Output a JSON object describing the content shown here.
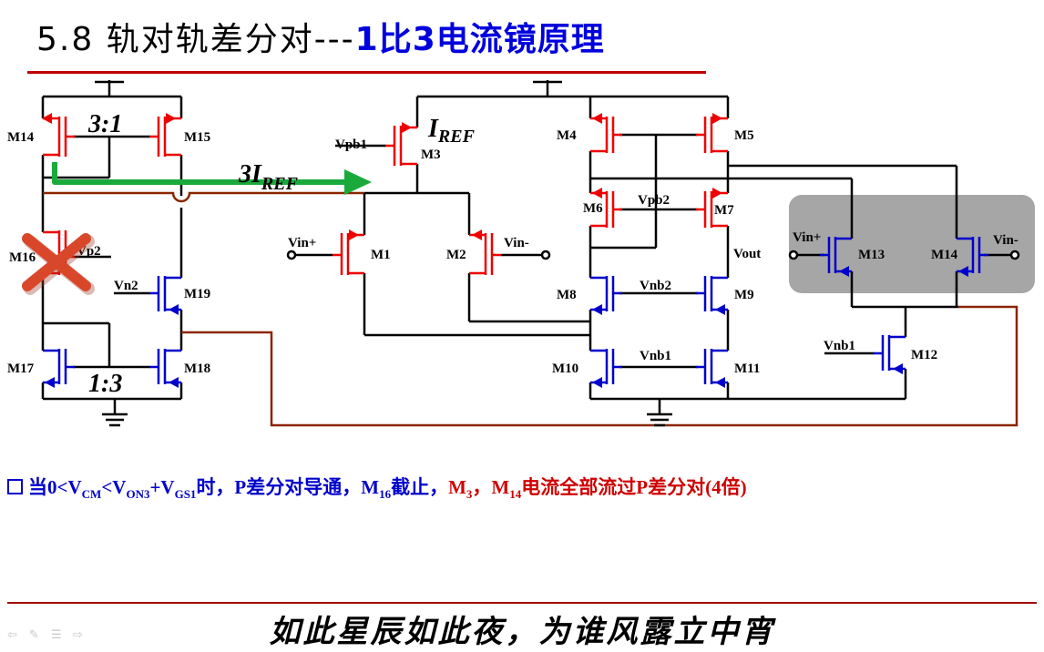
{
  "title": {
    "main": "5.8 轨对轨差分对---",
    "sub": "1比3电流镜原理"
  },
  "diagram": {
    "labels": {
      "M14": "M14",
      "M15": "M15",
      "M16": "M16",
      "M17": "M17",
      "M18": "M18",
      "M19": "M19",
      "M3": "M3",
      "M4": "M4",
      "M5": "M5",
      "M6": "M6",
      "M7": "M7",
      "M8": "M8",
      "M9": "M9",
      "M10": "M10",
      "M11": "M11",
      "M1": "M1",
      "M2": "M2",
      "M12": "M12",
      "M13r": "M13",
      "M14r": "M14",
      "Vpb1": "Vpb1",
      "Vpb2": "Vpb2",
      "Vp2": "Vp2",
      "Vn2": "Vn2",
      "Vnb2": "Vnb2",
      "Vnb1a": "Vnb1",
      "Vnb1b": "Vnb1",
      "Vin_plus": "Vin+",
      "Vin_minus": "Vin-",
      "Vin_plus_r": "Vin+",
      "Vin_minus_r": "Vin-",
      "Vout": "Vout",
      "ratio_top": "3:1",
      "ratio_bottom": "1:3",
      "iref": "I",
      "iref_sub": "REF",
      "iref3": "3I",
      "iref3_sub": "REF"
    },
    "colors": {
      "pmos": "#ee0000",
      "nmos": "#0000cc",
      "wire": "#000000",
      "wire_brown": "#8b2500",
      "arrow": "#1aaa3c",
      "shade": "#a0a0a0",
      "cross": "#d9472b"
    }
  },
  "note": {
    "prefix": "当0<V",
    "cm": "CM",
    "lt": "<V",
    "on3": "ON3",
    "plus": "+V",
    "gs1": "GS1",
    "mid": "时，P差分对导通，M",
    "m16": "16",
    "tail": "截止，",
    "red1": "M",
    "red1_sub": "3",
    "comma": "，",
    "red2": "M",
    "red2_sub": "14",
    "end": "电流全部流过P差分对(4倍)"
  },
  "motto": "如此星辰如此夜，为谁风露立中宵",
  "nav": [
    "prev-arrow-icon",
    "pen-icon",
    "menu-icon",
    "next-arrow-icon"
  ]
}
